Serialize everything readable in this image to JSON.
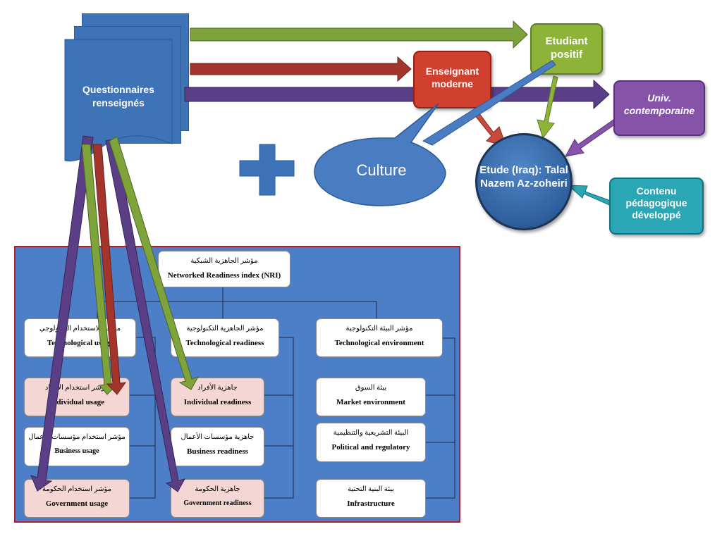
{
  "questionnaire": {
    "label": "Questionnaires renseignés"
  },
  "etudiant": {
    "label": "Etudiant positif"
  },
  "enseignant": {
    "label": "Enseignant moderne"
  },
  "univ": {
    "label": "Univ. contemporaine"
  },
  "contenu": {
    "label": "Contenu pédagogique développé"
  },
  "etude": {
    "label": "Etude (Iraq): Talal Nazem Az-zoheiri"
  },
  "culture": {
    "label": "Culture"
  },
  "colors": {
    "questionnaire": "#3e73b8",
    "etudiant": "#8db339",
    "enseignant": "#d0402e",
    "univ": "#8553a8",
    "contenu": "#2aa6b4",
    "etude": "#2f5f9e",
    "culture": "#4a7cc1",
    "panel": "#4d7fc8",
    "panel_border": "#b01f2f",
    "green_arrow": "#7ea33b",
    "red_arrow": "#a3352d",
    "purple_arrow": "#5a3f86"
  },
  "nri": {
    "root": {
      "ar": "مؤشر الجاهزية الشبكية",
      "en": "Networked Readiness index (NRI)"
    },
    "col1": [
      {
        "ar": "مؤشر الاستخدام التكنولوجي",
        "en": "Technological usage"
      },
      {
        "ar": "مؤشر استخدام الأفراد",
        "en": "Individual usage"
      },
      {
        "ar": "مؤشر استخدام مؤسسات الأعمال",
        "en": "Business usage"
      },
      {
        "ar": "مؤشر استخدام الحكومة",
        "en": "Government usage"
      }
    ],
    "col2": [
      {
        "ar": "مؤشر الجاهزية التكنولوجية",
        "en": "Technological readiness"
      },
      {
        "ar": "جاهزية الأفراد",
        "en": "Individual readiness"
      },
      {
        "ar": "جاهزية مؤسسات الأعمال",
        "en": "Business readiness"
      },
      {
        "ar": "جاهزية الحكومة",
        "en": "Government readiness"
      }
    ],
    "col3": [
      {
        "ar": "مؤشر البيئة التكنولوجية",
        "en": "Technological environment"
      },
      {
        "ar": "بيئة السوق",
        "en": "Market environment"
      },
      {
        "ar": "البيئة التشريعية والتنظيمية",
        "en": "Political and regulatory"
      },
      {
        "ar": "بيئة البنية التحتية",
        "en": "Infrastructure"
      }
    ]
  }
}
